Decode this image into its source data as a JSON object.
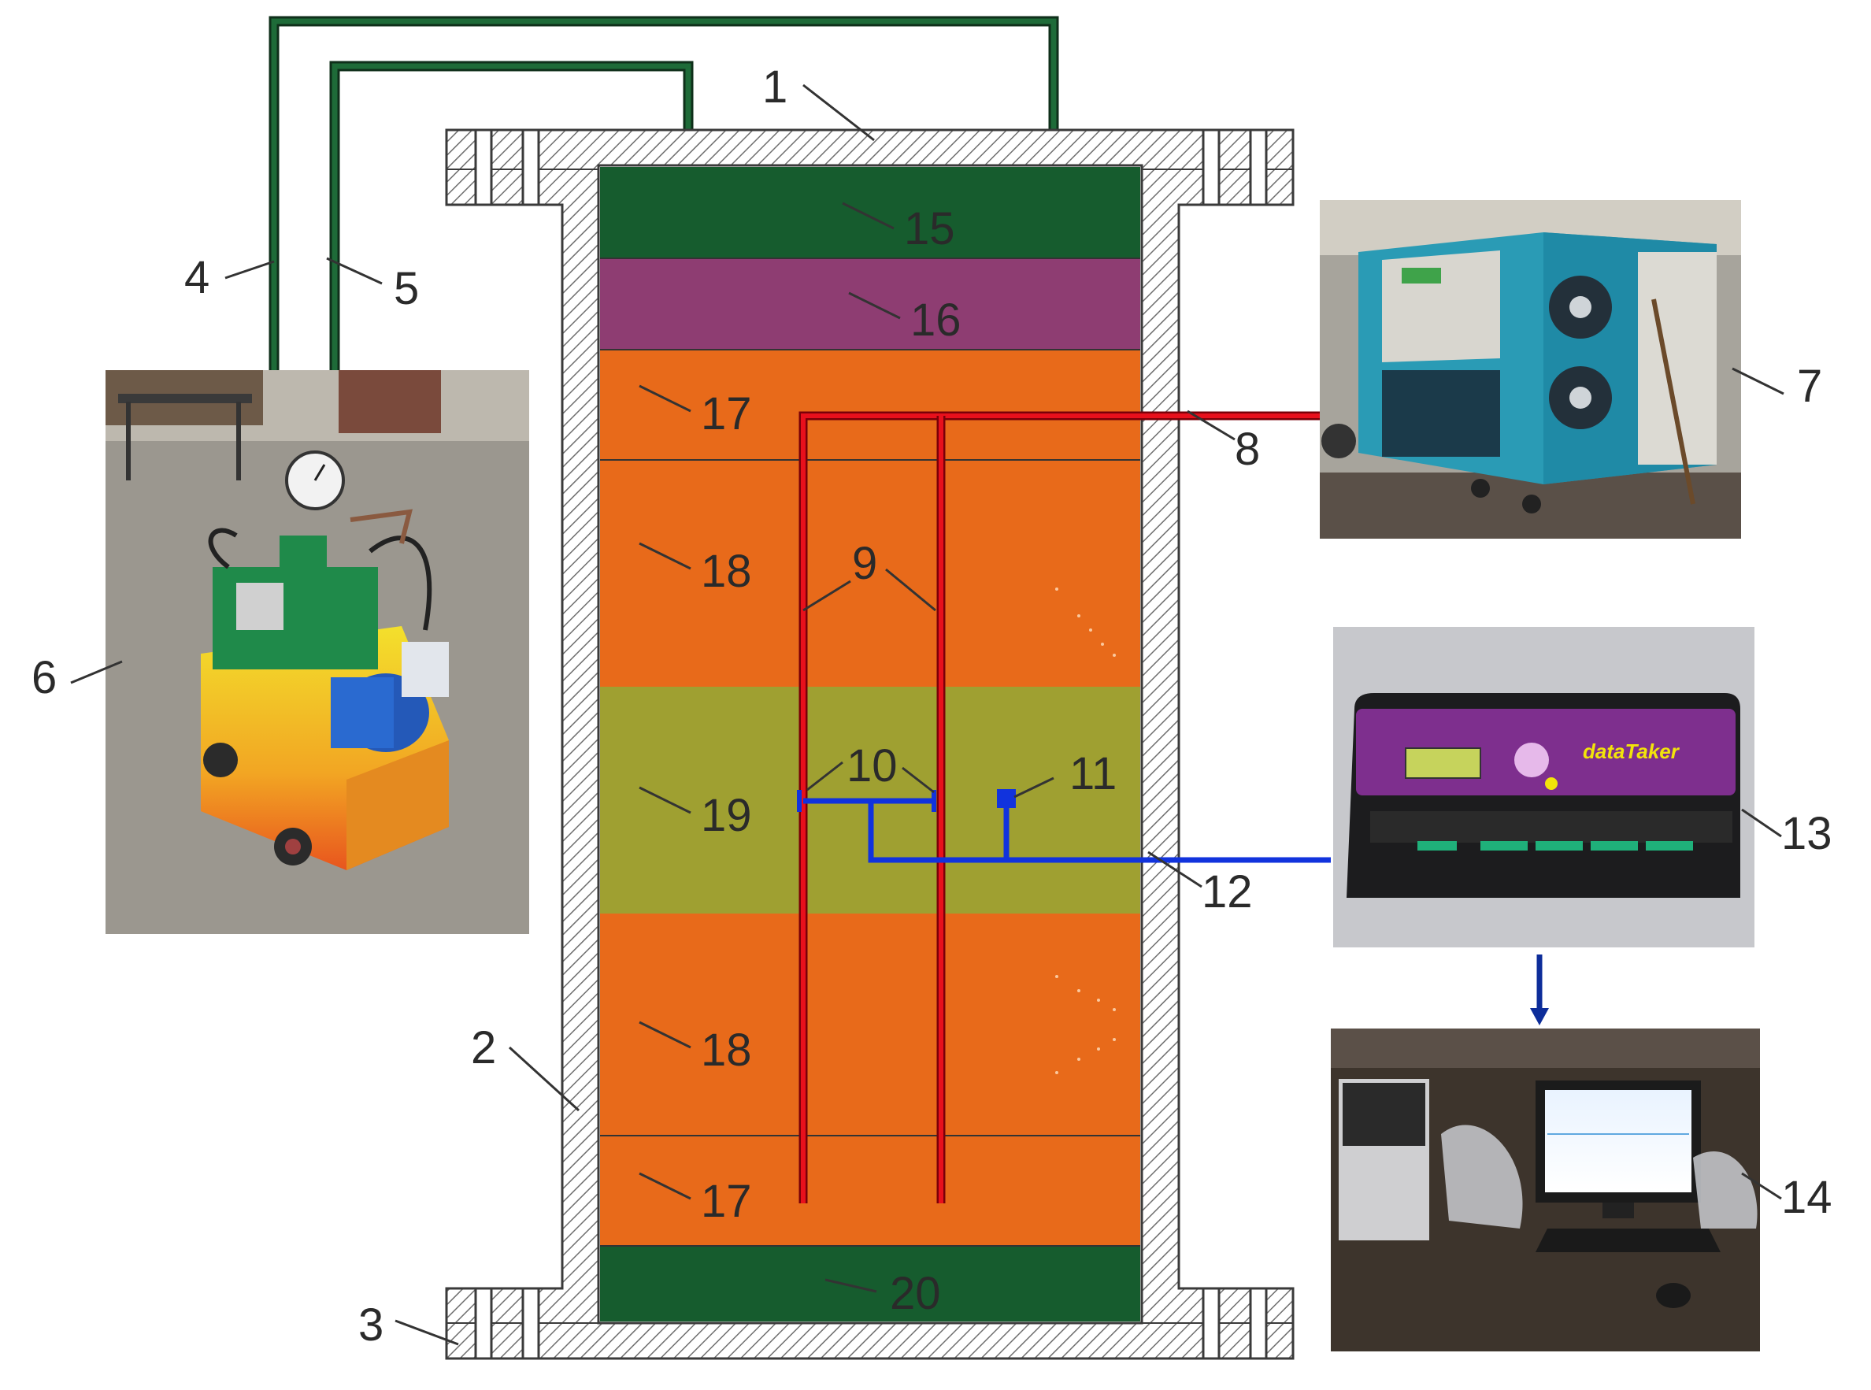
{
  "labels": {
    "l1": "1",
    "l2": "2",
    "l3": "3",
    "l4": "4",
    "l5": "5",
    "l6": "6",
    "l7": "7",
    "l8": "8",
    "l9": "9",
    "l10": "10",
    "l11": "11",
    "l12": "12",
    "l13": "13",
    "l14": "14",
    "l15": "15",
    "l16": "16",
    "l17a": "17",
    "l18a": "18",
    "l19": "19",
    "l18b": "18",
    "l17b": "17",
    "l20": "20"
  },
  "device_text": {
    "logger_brand": "dataTaker"
  },
  "colors": {
    "hatch_stroke": "#7a7a7a",
    "green_layer": "#165c2e",
    "purple_layer": "#8e3d72",
    "orange_layer": "#e86a1a",
    "olive_layer": "#9fa031",
    "red_pipe": "#e8101c",
    "blue_wire": "#1133dd",
    "hydraulic_pipe": "#1e6b38"
  }
}
